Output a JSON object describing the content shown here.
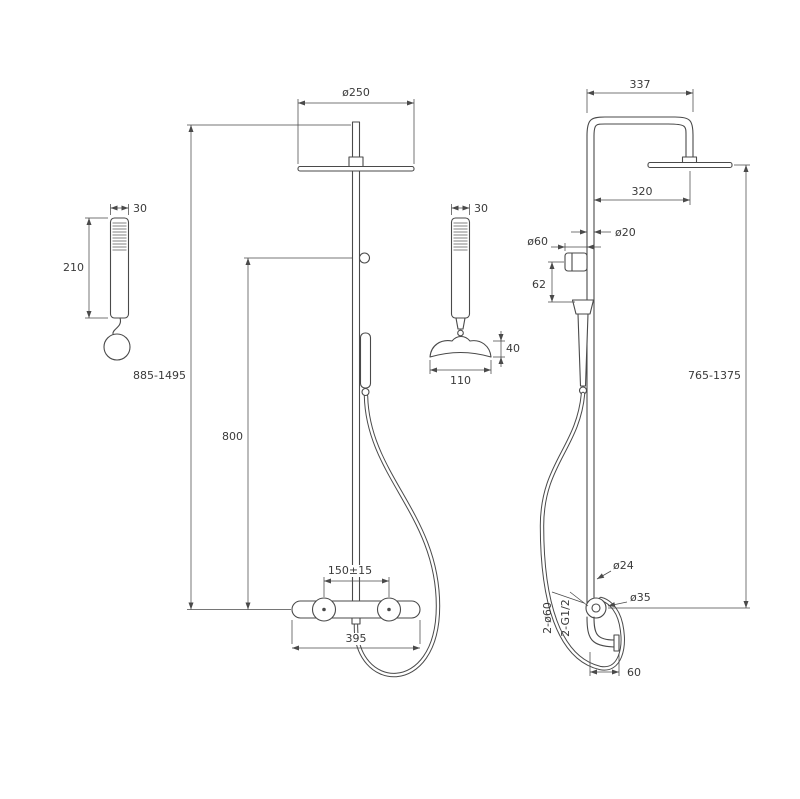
{
  "views": {
    "hand_shower_front": {
      "width": "30",
      "length": "210"
    },
    "column_front": {
      "head_diameter": "ø250",
      "overall_height": "885-1495",
      "rail_height": "800",
      "handle_spacing": "150±15",
      "bar_width": "395"
    },
    "hand_shower_side": {
      "width": "30",
      "holder_height": "40",
      "holder_length": "110"
    },
    "column_side": {
      "top_reach": "337",
      "head_reach": "320",
      "pipe_diameter": "ø20",
      "diverter_diameter": "ø60",
      "diverter_offset": "62",
      "overall_height": "765-1375",
      "hose_diameter": "ø24",
      "valve_diameter": "ø35",
      "wall_fittings": "2-ø60",
      "thread_size": "2-G1/2",
      "wall_distance": "60"
    }
  }
}
